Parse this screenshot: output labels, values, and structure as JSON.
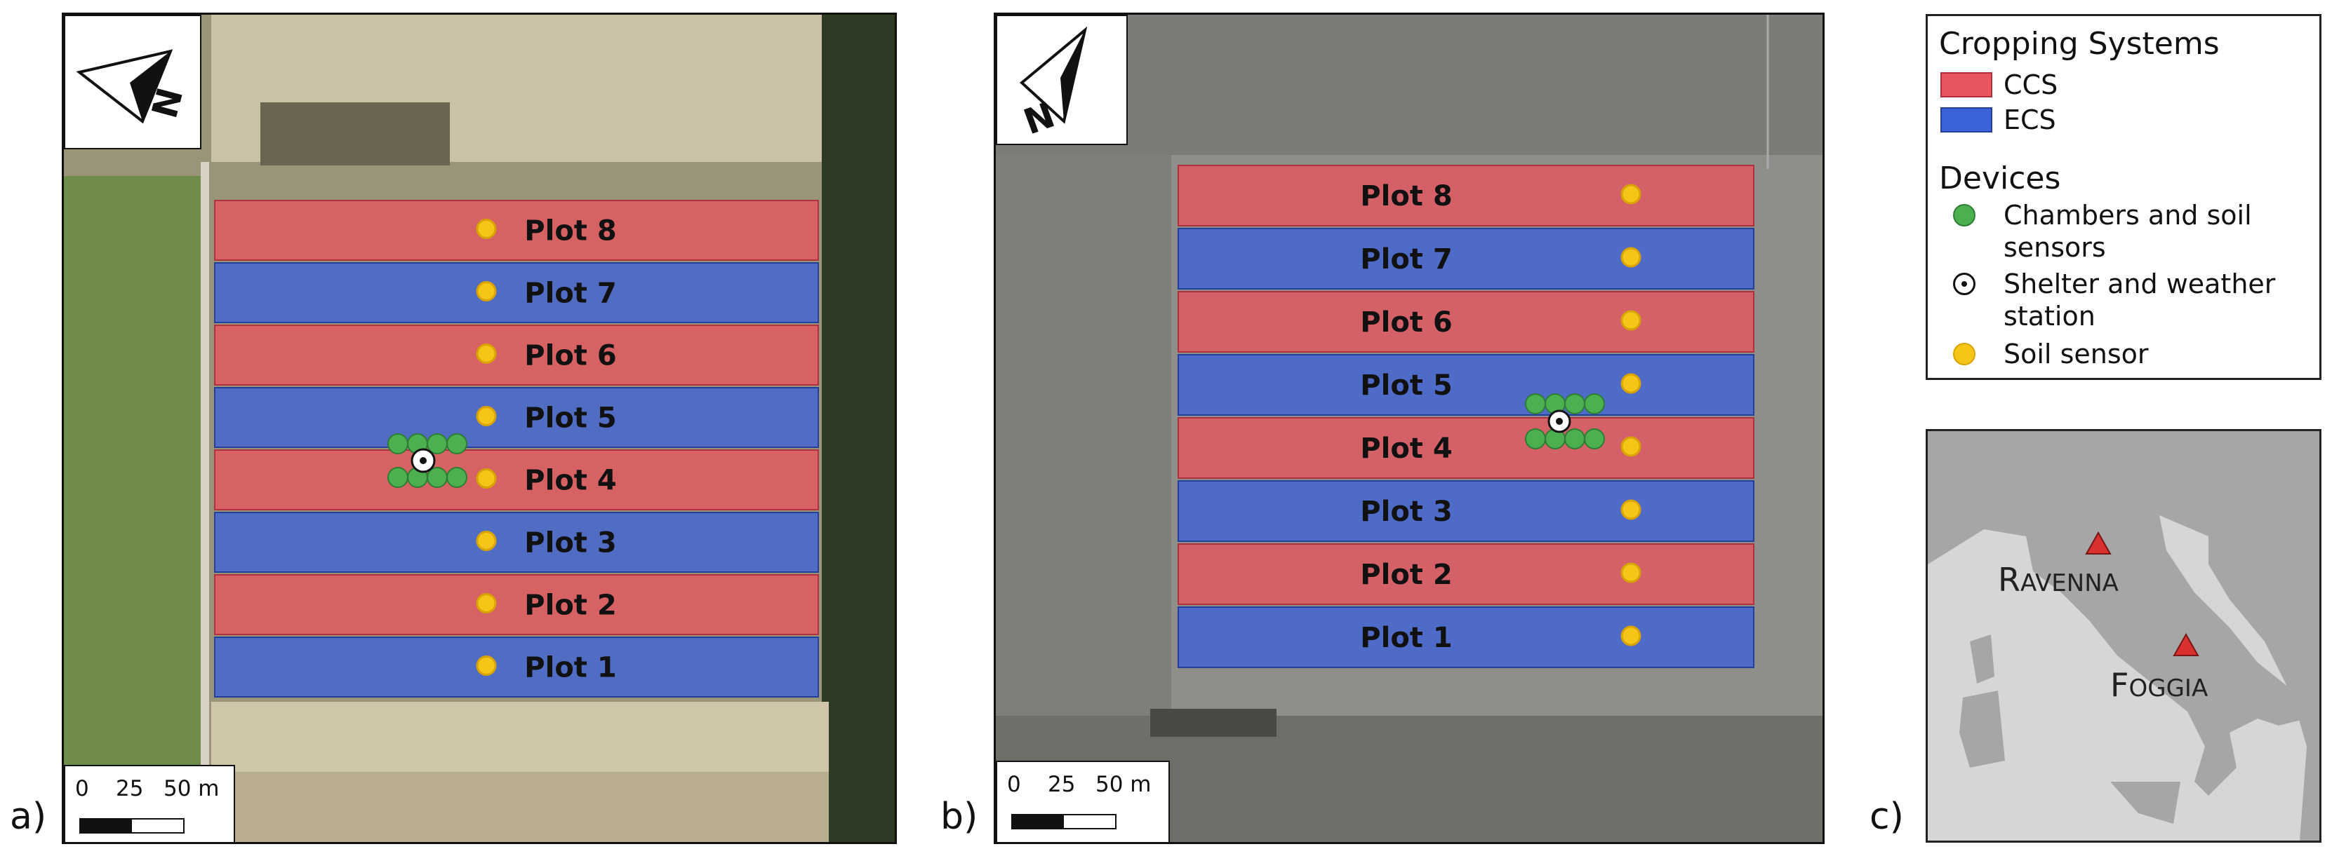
{
  "panel_a": {
    "letter": "a)",
    "plots": [
      {
        "label": "Plot 8",
        "system": "CCS"
      },
      {
        "label": "Plot 7",
        "system": "ECS"
      },
      {
        "label": "Plot 6",
        "system": "CCS"
      },
      {
        "label": "Plot 5",
        "system": "ECS"
      },
      {
        "label": "Plot 4",
        "system": "CCS"
      },
      {
        "label": "Plot 3",
        "system": "ECS"
      },
      {
        "label": "Plot 2",
        "system": "CCS"
      },
      {
        "label": "Plot 1",
        "system": "ECS"
      }
    ],
    "north_label": "N",
    "scale": {
      "t0": "0",
      "t1": "25",
      "t2": "50 m"
    }
  },
  "panel_b": {
    "letter": "b)",
    "plots": [
      {
        "label": "Plot 8",
        "system": "CCS"
      },
      {
        "label": "Plot 7",
        "system": "ECS"
      },
      {
        "label": "Plot 6",
        "system": "CCS"
      },
      {
        "label": "Plot 5",
        "system": "ECS"
      },
      {
        "label": "Plot 4",
        "system": "CCS"
      },
      {
        "label": "Plot 3",
        "system": "ECS"
      },
      {
        "label": "Plot 2",
        "system": "CCS"
      },
      {
        "label": "Plot 1",
        "system": "ECS"
      }
    ],
    "north_label": "N",
    "scale": {
      "t0": "0",
      "t1": "25",
      "t2": "50 m"
    }
  },
  "panel_c": {
    "letter": "c)",
    "cities": [
      "Ravenna",
      "Foggia"
    ]
  },
  "legend": {
    "cropping_title": "Cropping Systems",
    "ccs": "CCS",
    "ecs": "ECS",
    "devices_title": "Devices",
    "chambers_line1": "Chambers and soil",
    "chambers_line2": "sensors",
    "shelter_line1": "Shelter and weather",
    "shelter_line2": "station",
    "soil_sensor": "Soil sensor"
  },
  "colors": {
    "ccs": "#e8555f",
    "ecs": "#3b62d8",
    "chamber": "#4caf50",
    "soil_sensor": "#f5c518",
    "marker": "#d93030"
  }
}
